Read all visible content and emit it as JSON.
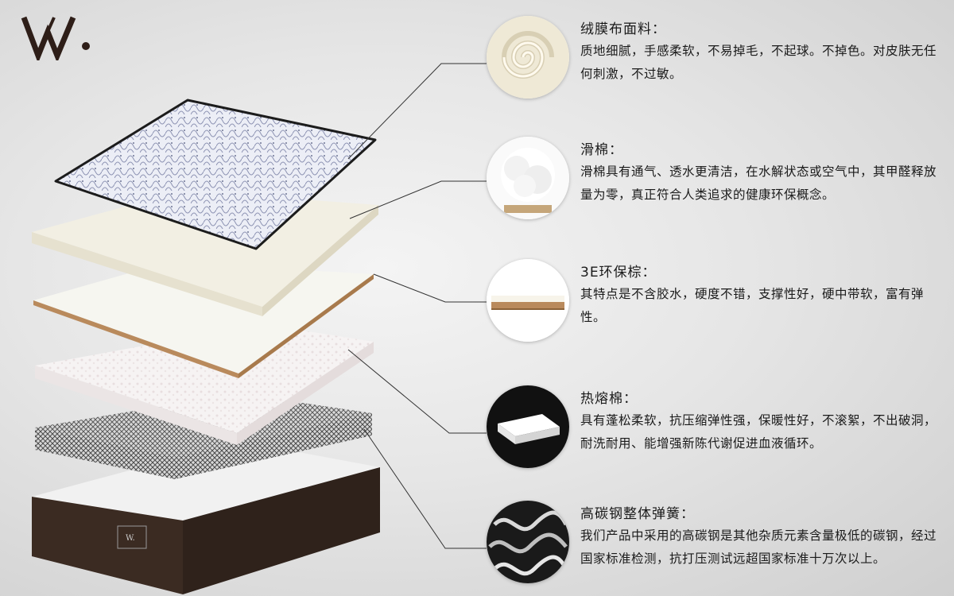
{
  "brand": {
    "logo": "W."
  },
  "features": [
    {
      "id": "velvet",
      "title": "绒膜布面料：",
      "desc": "质地细腻，手感柔软，不易掉毛，不起球。不掉色。对皮肤无任何刺激，不过敏。",
      "icon": "fabric-swirl-icon"
    },
    {
      "id": "cotton",
      "title": "滑棉：",
      "desc": "滑棉具有通气、透水更清洁，在水解状态或空气中，其甲醛释放量为零，真正符合人类追求的健康环保概念。",
      "icon": "cotton-ball-icon"
    },
    {
      "id": "palm",
      "title": "3E环保棕：",
      "desc": "其特点是不含胶水，硬度不错，支撑性好，硬中带软，富有弹性。",
      "icon": "palm-board-icon"
    },
    {
      "id": "hotmelt",
      "title": "热熔棉：",
      "desc": "具有蓬松柔软，抗压缩弹性强，保暖性好，不滚絮，不出破洞，耐洗耐用、能增强新陈代谢促进血液循环。",
      "icon": "foam-block-icon"
    },
    {
      "id": "spring",
      "title": "高碳钢整体弹簧：",
      "desc": "我们产品中采用的高碳钢是其他杂质元素含量极低的碳钢，经过国家标准检测，抗打压测试远超国家标准十万次以上。",
      "icon": "steel-spring-icon"
    }
  ],
  "colors": {
    "base_brown": "#3b2b22",
    "palm_edge": "#b98a5c",
    "leader": "#333333"
  }
}
